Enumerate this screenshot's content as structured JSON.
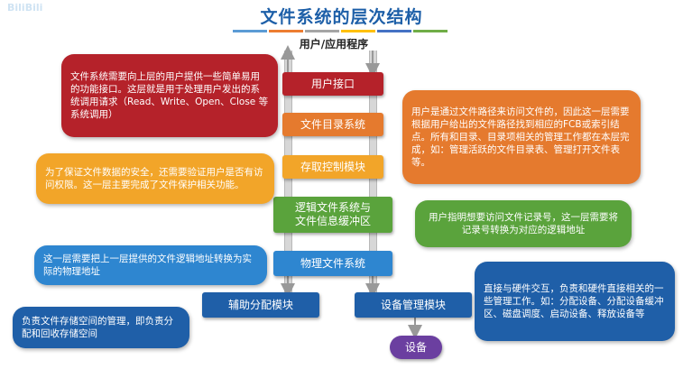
{
  "watermark": "BiliBili",
  "title": "文件系统的层次结构",
  "top_label": "用户/应用程序",
  "layers": {
    "user_interface": "用户接口",
    "file_directory": "文件目录系统",
    "access_control": "存取控制模块",
    "logical_fs": "逻辑文件系统与\n文件信息缓冲区",
    "physical_fs": "物理文件系统",
    "aux_alloc": "辅助分配模块",
    "device_mgmt": "设备管理模块",
    "device": "设备"
  },
  "notes": {
    "user_interface": "文件系统需要向上层的用户提供一些简单易用的功能接口。这层就是用于处理用户发出的系统调用请求（Read、Write、Open、Close 等系统调用）",
    "file_directory": "用户是通过文件路径来访问文件的，因此这一层需要根据用户给出的文件路径找到相应的FCB或索引结点。所有和目录、目录项相关的管理工作都在本层完成，如：管理活跃的文件目录表、管理打开文件表等。",
    "access_control": "为了保证文件数据的安全，还需要验证用户是否有访问权限。这一层主要完成了文件保护相关功能。",
    "logical_fs": "用户指明想要访问文件记录号，这一层需要将记录号转换为对应的逻辑地址",
    "physical_fs": "这一层需要把上一层提供的文件逻辑地址转换为实际的物理地址",
    "aux_alloc": "负责文件存储空间的管理，即负责分配和回收存储空间",
    "device_mgmt": "直接与硬件交互，负责和硬件直接相关的一些管理工作。如：分配设备、分配设备缓冲区、磁盘调度、启动设备、释放设备等"
  },
  "colors": {
    "title": "#1d5fa8",
    "red": "#b5222a",
    "orange": "#e57a2e",
    "amber": "#f2a529",
    "green": "#5aa33c",
    "blue": "#2e86d0",
    "navy": "#1f5fa8",
    "purple": "#6b3fa0",
    "colorbar": [
      "#5b9bd5",
      "#ed7d31",
      "#a5a5a5",
      "#ffc000",
      "#4472c4",
      "#70ad47"
    ]
  }
}
